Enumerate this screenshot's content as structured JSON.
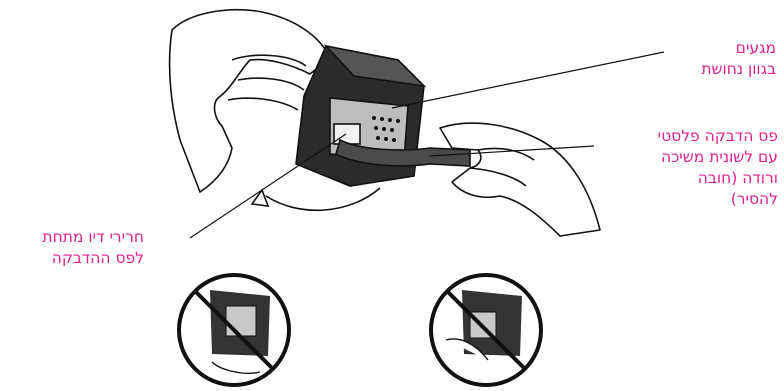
{
  "labels": {
    "copper_contacts": [
      "מגעים",
      "בגוון נחושת"
    ],
    "plastic_tape": [
      "פס הדבקה פלסטי",
      "עם לשונית משיכה",
      "ורודה (חובה",
      "להסיר)"
    ],
    "ink_nozzles": [
      "חרירי דיו מתחת",
      "לפס ההדבקה"
    ]
  },
  "colors": {
    "label_text": "#e0218a",
    "line_art": "#111111",
    "prohibition": "#111111"
  },
  "icons": [
    "hand-holding-cartridge-illustration",
    "remove-tape-arrow-icon",
    "do-not-touch-contacts-icon",
    "do-not-touch-nozzles-icon"
  ]
}
